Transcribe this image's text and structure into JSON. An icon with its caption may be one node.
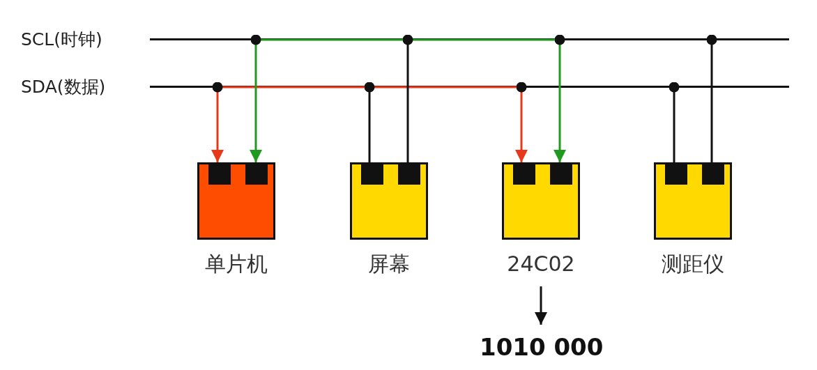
{
  "diagram": {
    "nodes": [
      {
        "text": [
          "SCL(时钟)"
        ]
      },
      {
        "text": [
          "SDA(数据)"
        ]
      },
      {
        "text": [
          "单片机"
        ]
      },
      {
        "text": [
          "屏幕"
        ]
      },
      {
        "text": [
          "24C02"
        ]
      },
      {
        "text": [
          "测距仪"
        ]
      },
      {
        "text": [
          "1010 000"
        ]
      }
    ],
    "edges": [
      {
        "from": 1,
        "to": 2,
        "arrow": "to",
        "color": "#e8381a"
      },
      {
        "from": 0,
        "to": 2,
        "arrow": "to",
        "color": "#1f9a1f"
      },
      {
        "from": 1,
        "to": 3,
        "arrow": "other"
      },
      {
        "from": 0,
        "to": 3,
        "arrow": "other"
      },
      {
        "from": 1,
        "to": 4,
        "arrow": "to",
        "color": "#e8381a"
      },
      {
        "from": 0,
        "to": 4,
        "arrow": "to",
        "color": "#1f9a1f"
      },
      {
        "from": 1,
        "to": 5,
        "arrow": "other"
      },
      {
        "from": 0,
        "to": 5,
        "arrow": "other"
      },
      {
        "from": 4,
        "to": 6,
        "arrow": "to"
      }
    ]
  }
}
